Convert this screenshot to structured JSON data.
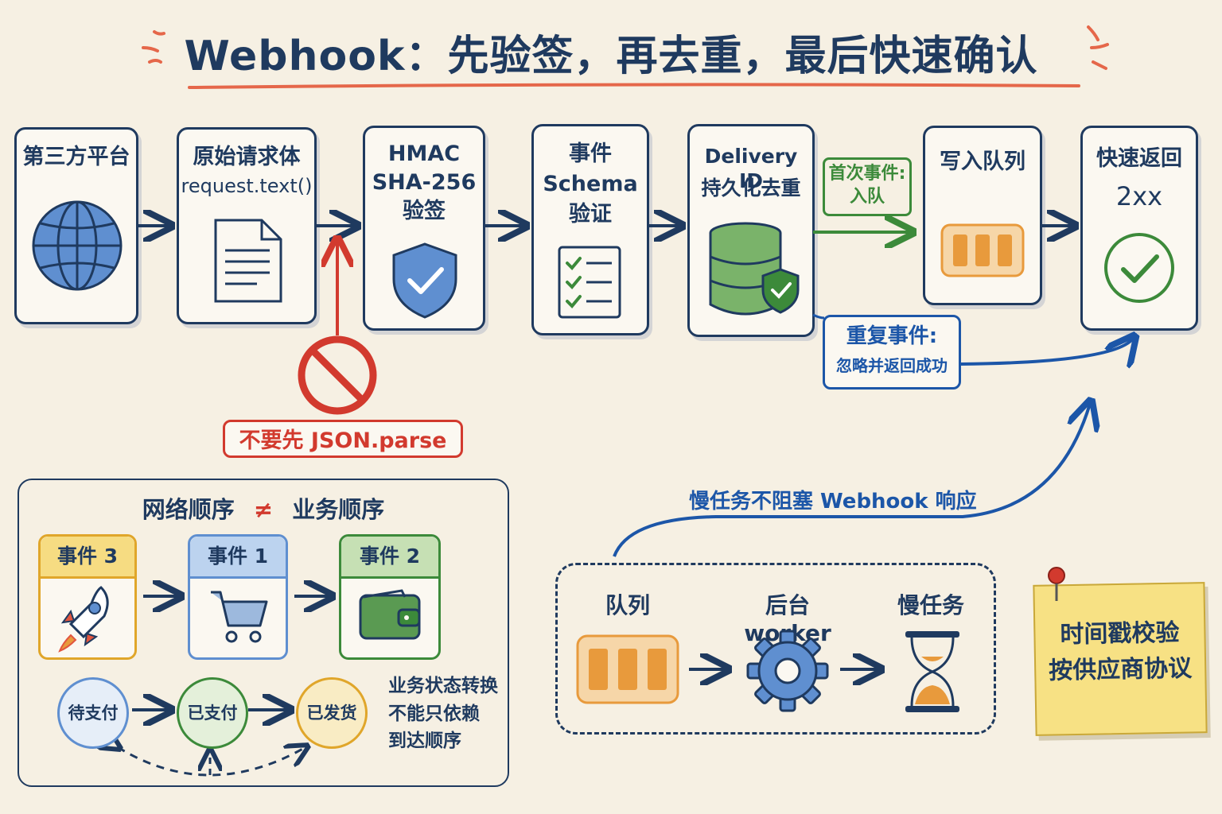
{
  "title": "Webhook：先验签，再去重，最后快速确认",
  "pipeline": {
    "platform": "第三方平台",
    "raw_body_line1": "原始请求体",
    "raw_body_line2": "request.text()",
    "hmac_line1": "HMAC",
    "hmac_line2": "SHA-256",
    "hmac_line3": "验签",
    "schema_line1": "事件",
    "schema_line2": "Schema",
    "schema_line3": "验证",
    "dedupe_line1": "Delivery ID",
    "dedupe_line2": "持久化去重",
    "queue": "写入队列",
    "ack_line1": "快速返回",
    "ack_line2": "2xx"
  },
  "first_event": {
    "line1": "首次事件:",
    "line2": "入队"
  },
  "duplicate_event": {
    "line1": "重复事件:",
    "line2": "忽略并返回成功"
  },
  "warning": "不要先 JSON.parse",
  "order_panel": {
    "heading_left": "网络顺序",
    "neq": "≠",
    "heading_right": "业务顺序",
    "events": [
      "事件 3",
      "事件 1",
      "事件 2"
    ],
    "states": [
      "待支付",
      "已支付",
      "已发货"
    ],
    "note_lines": [
      "业务状态转换",
      "不能只依赖",
      "到达顺序"
    ]
  },
  "worker_panel": {
    "caption": "慢任务不阻塞 Webhook 响应",
    "queue": "队列",
    "worker": "后台 worker",
    "slow": "慢任务"
  },
  "sticky": {
    "line1": "时间戳校验",
    "line2": "按供应商协议"
  },
  "colors": {
    "navy": "#1f3a5f",
    "green": "#3c8a3a",
    "blue": "#1c56a8",
    "red": "#d23a2e",
    "orange": "#e89a3c",
    "sticky": "#f7e184"
  }
}
